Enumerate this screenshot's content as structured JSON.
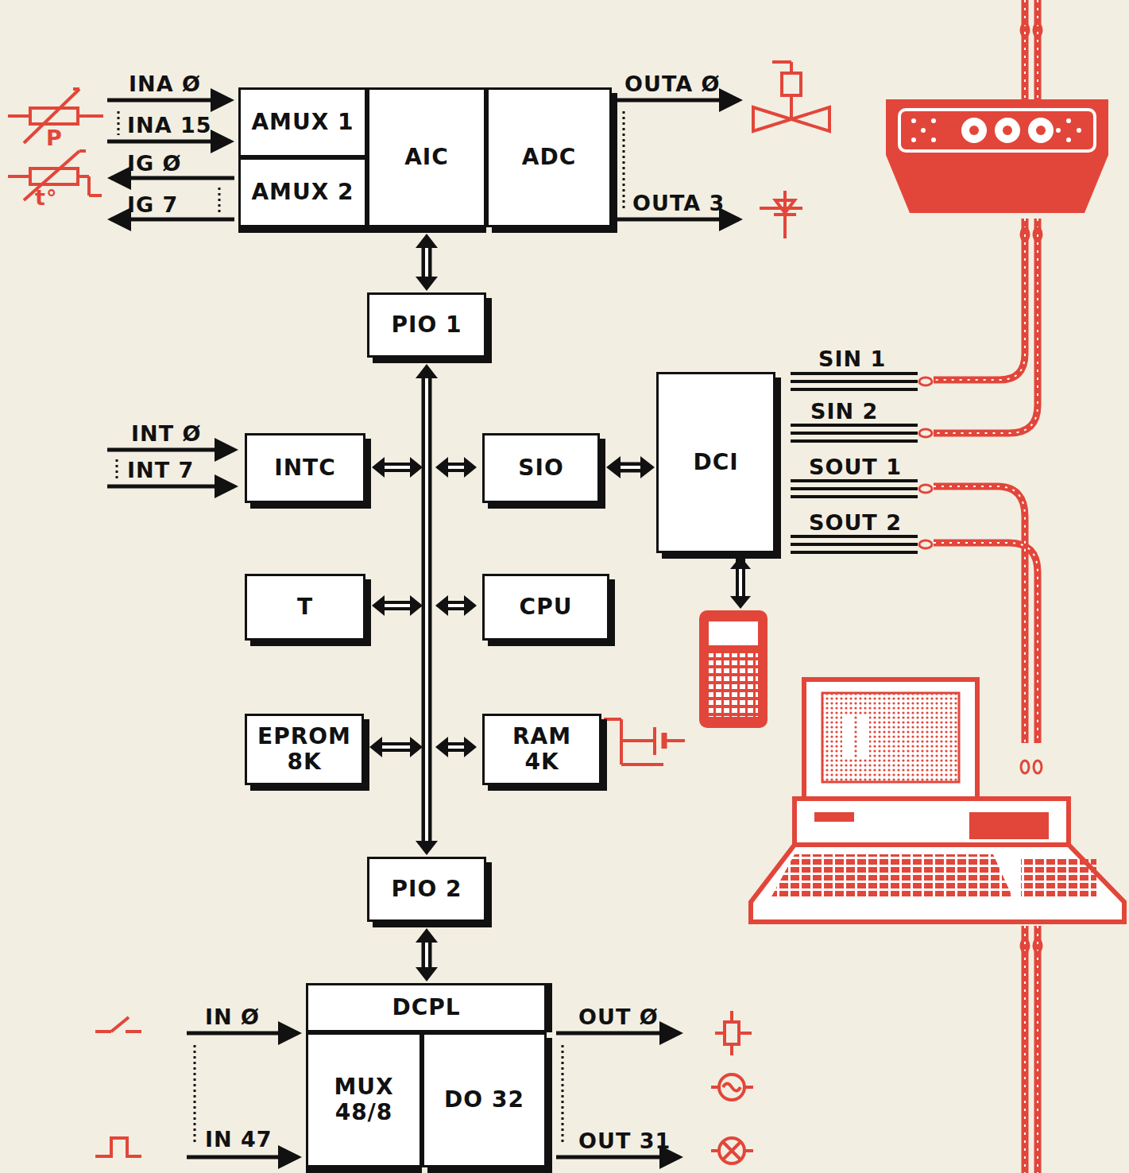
{
  "diagram": {
    "nodes": [
      {
        "text": [
          "AMUX 1"
        ]
      },
      {
        "text": [
          "AMUX 2"
        ]
      },
      {
        "text": [
          "AIC"
        ]
      },
      {
        "text": [
          "ADC"
        ]
      },
      {
        "text": [
          "PIO 1"
        ]
      },
      {
        "text": [
          "INTC"
        ]
      },
      {
        "text": [
          "SIO"
        ]
      },
      {
        "text": [
          "DCI"
        ]
      },
      {
        "text": [
          "T"
        ]
      },
      {
        "text": [
          "CPU"
        ]
      },
      {
        "text": [
          "EPROM 8K"
        ]
      },
      {
        "text": [
          "RAM 4K"
        ]
      },
      {
        "text": [
          "PIO 2"
        ]
      },
      {
        "text": [
          "DCPL"
        ]
      },
      {
        "text": [
          "MUX 48/8"
        ]
      },
      {
        "text": [
          "DO 32"
        ]
      }
    ],
    "edges": [
      {
        "from": 2,
        "to": 4,
        "arrow": "both"
      },
      {
        "from": 4,
        "to": 12,
        "arrow": "both"
      },
      {
        "from": 6,
        "to": 7,
        "arrow": "both"
      },
      {
        "from": 12,
        "to": 13,
        "arrow": "both"
      }
    ],
    "labels": [
      "P",
      "t°",
      "INA Ø",
      "INA 15",
      "IG Ø",
      "IG 7",
      "OUTA Ø",
      "OUTA 3",
      "INT Ø",
      "INT 7",
      "SIN 1",
      "SIN 2",
      "SOUT 1",
      "SOUT 2",
      "IN Ø",
      "IN 47",
      "OUT Ø",
      "OUT 31"
    ]
  }
}
